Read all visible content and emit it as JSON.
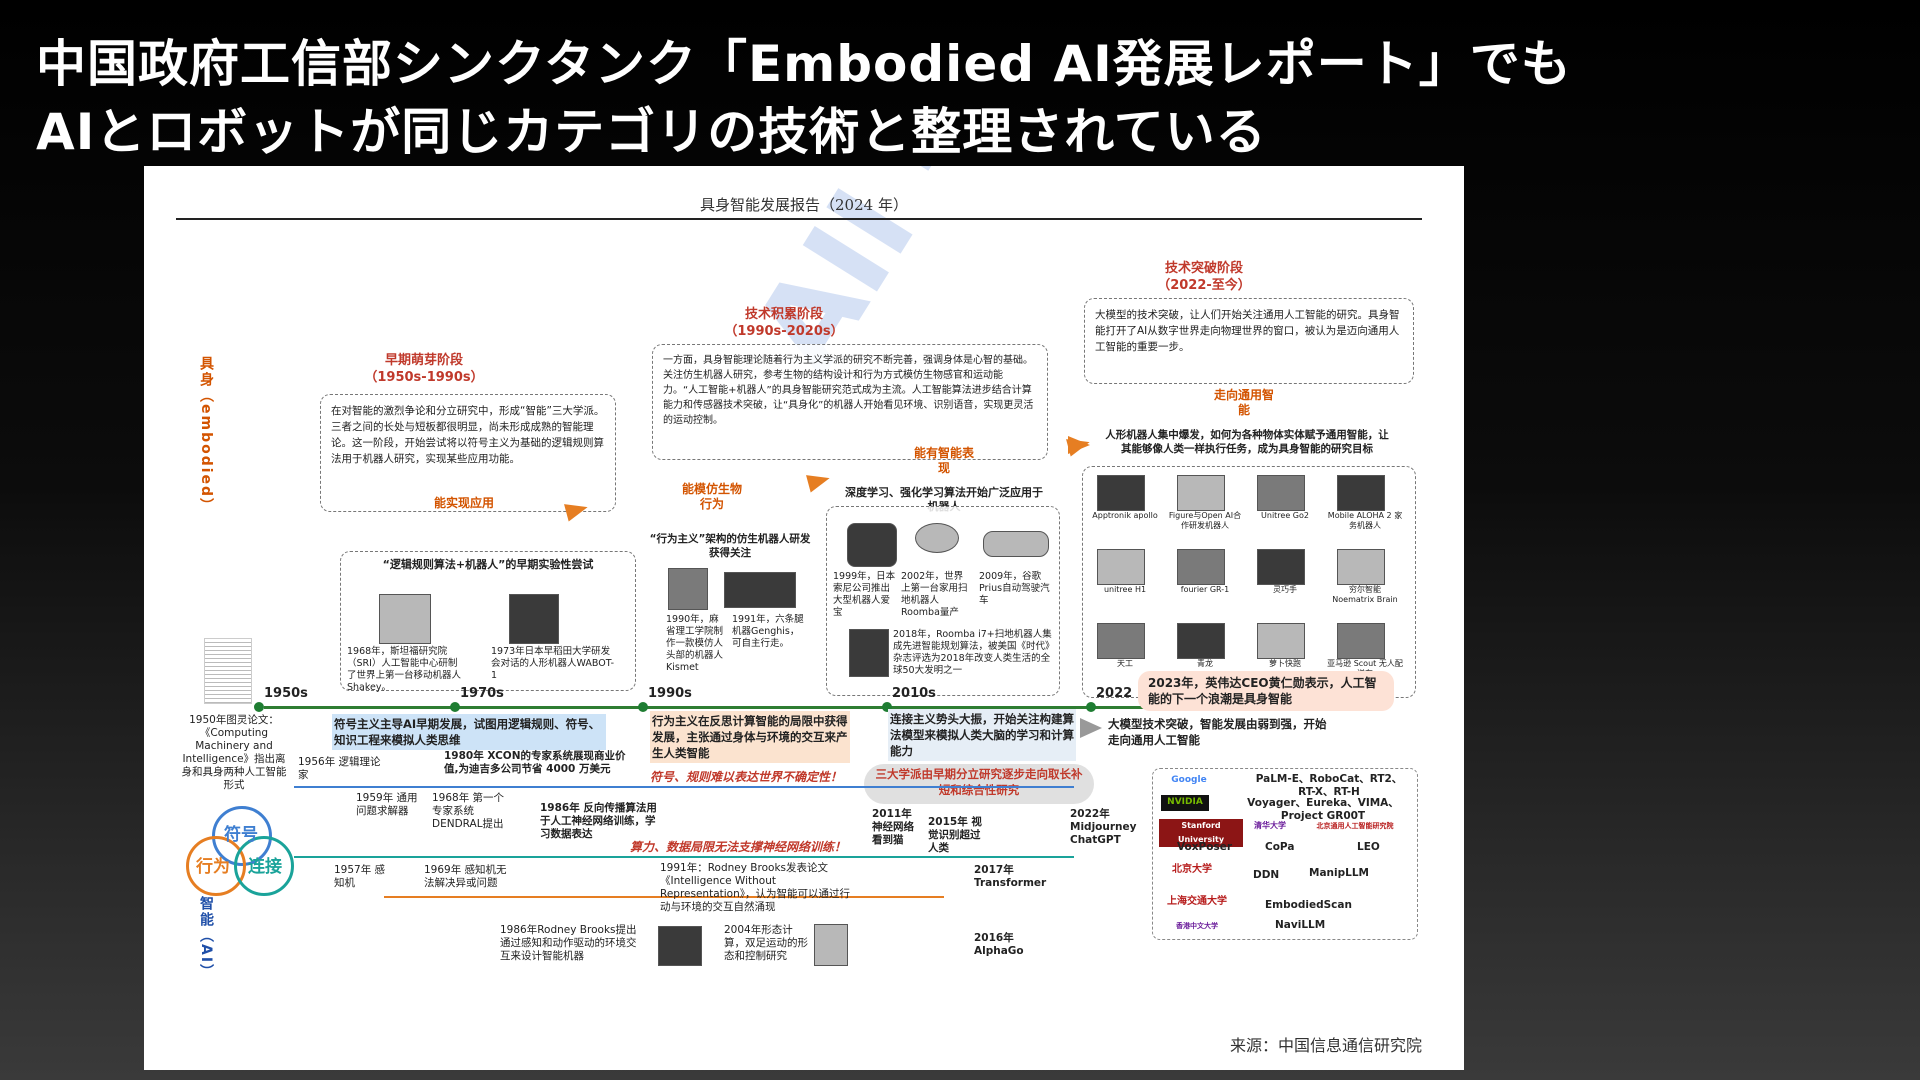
{
  "slide": {
    "title_line1": "中国政府工信部シンクタンク「Embodied AI発展レポート」でも",
    "title_line2": "AIとロボットが同じカテゴリの技術と整理されている"
  },
  "doc": {
    "header": "具身智能发展报告（2024 年）",
    "source": "来源：中国信息通信研究院",
    "side_top": "具身（embodied）",
    "side_bottom": "智能（AI）"
  },
  "phases": {
    "early": {
      "title": "早期萌芽阶段",
      "years": "（1950s-1990s）",
      "text": "在对智能的激烈争论和分立研究中，形成“智能”三大学派。三者之间的长处与短板都很明显，尚未形成成熟的智能理论。这一阶段，开始尝试将以符号主义为基础的逻辑规则算法用于机器人研究，实现某些应用功能。"
    },
    "accum": {
      "title": "技术积累阶段",
      "years": "（1990s-2020s）",
      "text": "一方面，具身智能理论随着行为主义学派的研究不断完善，强调身体是心智的基础。关注仿生机器人研究，参考生物的结构设计和行为方式模仿生物感官和运动能力。“人工智能+机器人”的具身智能研究范式成为主流。人工智能算法进步结合计算能力和传感器技术突破，让“具身化”的机器人开始看见环境、识别语音，实现更灵活的运动控制。"
    },
    "breakthrough": {
      "title": "技术突破阶段",
      "years": "（2022-至今）",
      "text": "大模型的技术突破，让人们开始关注通用人工智能的研究。具身智能打开了AI从数字世界走向物理世界的窗口，被认为是迈向通用人工智能的重要一步。"
    }
  },
  "stages": {
    "s1": {
      "label": "能实现应用",
      "sub": "“逻辑规则算法+机器人”的早期实验性尝试",
      "items": [
        "1968年，斯坦福研究院（SRI）人工智能中心研制了世界上第一台移动机器人Shakey。",
        "1973年日本早稻田大学研发会对话的人形机器人WABOT-1"
      ]
    },
    "s2": {
      "label": "能模仿生物行为",
      "sub": "“行为主义”架构的仿生机器人研发获得关注",
      "items": [
        "1990年，麻省理工学院制作一款模仿人头部的机器人Kismet",
        "1991年，六条腿机器Genghis，可自主行走。"
      ]
    },
    "s3": {
      "label": "能有智能表现",
      "sub": "深度学习、强化学习算法开始广泛应用于机器人",
      "items": [
        "1999年，日本索尼公司推出大型机器人爱宝",
        "2002年，世界上第一台家用扫地机器人Roomba量产",
        "2009年，谷歌Prius自动驾驶汽车",
        "2018年，Roomba i7+扫地机器人集成先进智能规划算法，被美国《时代》杂志评选为2018年改变人类生活的全球50大发明之一"
      ]
    },
    "s4": {
      "label": "走向通用智能",
      "sub": "人形机器人集中爆发，如何为各种物体实体赋予通用智能，让其能够像人类一样执行任务，成为具身智能的研究目标",
      "robots": [
        "Apptronik apollo",
        "Figure与Open AI合作研发机器人",
        "Unitree Go2",
        "Mobile ALOHA 2 家务机器人",
        "unitree H1",
        "fourier GR-1",
        "灵巧手",
        "穷尔智能 Noematrix Brain",
        "天工",
        "青龙",
        "萝卜快跑",
        "亚马逊 Scout 无人配送车"
      ]
    }
  },
  "eras": [
    "1950s",
    "1970s",
    "1990s",
    "2010s",
    "2022"
  ],
  "era_notes": {
    "symbolic": "符号主义主导AI早期发展，试图用逻辑规则、符号、知识工程来模拟人类思维",
    "behavior": "行为主义在反思计算智能的局限中获得发展，主张通过身体与环境的交互来产生人类智能",
    "connect": "连接主义势头大振，开始关注构建算法模型来模拟人类大脑的学习和计算能力",
    "nvidia": "2023年，英伟达CEO黄仁勋表示，人工智能的下一个浪潮是具身智能",
    "bigmodel": "大模型技术突破，智能发展由弱到强，开始走向通用人工智能",
    "symbolic_limit": "符号、规则难以表达世界不确定性！",
    "three_schools": "三大学派由早期分立研究逐步走向取长补短和综合性研究",
    "compute_limit": "算力、数据局限无法支撑神经网络训练！"
  },
  "events": {
    "turing": "1950年图灵论文：《Computing Machinery and Intelligence》指出离身和具身两种人工智能形式",
    "e1956": "1956年 逻辑理论家",
    "e1959": "1959年 通用问题求解器",
    "e1968": "1968年 第一个专家系统DENDRAL提出",
    "e1980": "1980年 XCON的专家系统展现商业价值,为迪吉多公司节省 4000 万美元",
    "e1986bp": "1986年 反向传播算法用于人工神经网络训练，学习数据表达",
    "e1957": "1957年 感知机",
    "e1969": "1969年 感知机无法解决异或问题",
    "e1991": "1991年：Rodney Brooks发表论文《Intelligence Without Representation》，认为智能可以通过行动与环境的交互自然涌现",
    "e1986rb": "1986年Rodney Brooks提出通过感知和动作驱动的环境交互来设计智能机器",
    "e2004": "2004年形态计算，双足运动的形态和控制研究",
    "e2011": "2011年 神经网络看到猫",
    "e2015": "2015年 视觉识别超过人类",
    "e2017": "2017年 Transformer",
    "e2016": "2016年 AlphaGo",
    "e2022": "2022年 Midjourney ChatGPT"
  },
  "venn": {
    "symbol": "符号",
    "behavior": "行为",
    "connect": "连接"
  },
  "labs": {
    "logos": [
      "Google",
      "NVIDIA",
      "Stanford University",
      "清华大学",
      "北京通用人工智能研究院",
      "北京大学",
      "上海交通大学",
      "香港中文大学"
    ],
    "projects": [
      "PaLM-E、RoboCat、RT2、RT-X、RT-H",
      "Voyager、Eureka、VIMA、Project GR00T",
      "VoxPoser",
      "CoPa",
      "LEO",
      "DDN",
      "ManipLLM",
      "EmbodiedScan",
      "NaviLLM"
    ]
  },
  "colors": {
    "phase_red": "#c0392b",
    "stage_orange": "#d35400",
    "timeline_green": "#2e7d32",
    "symbol_blue": "#3f7fd1",
    "behavior_orange": "#e67e22",
    "connect_teal": "#1aa39a"
  }
}
